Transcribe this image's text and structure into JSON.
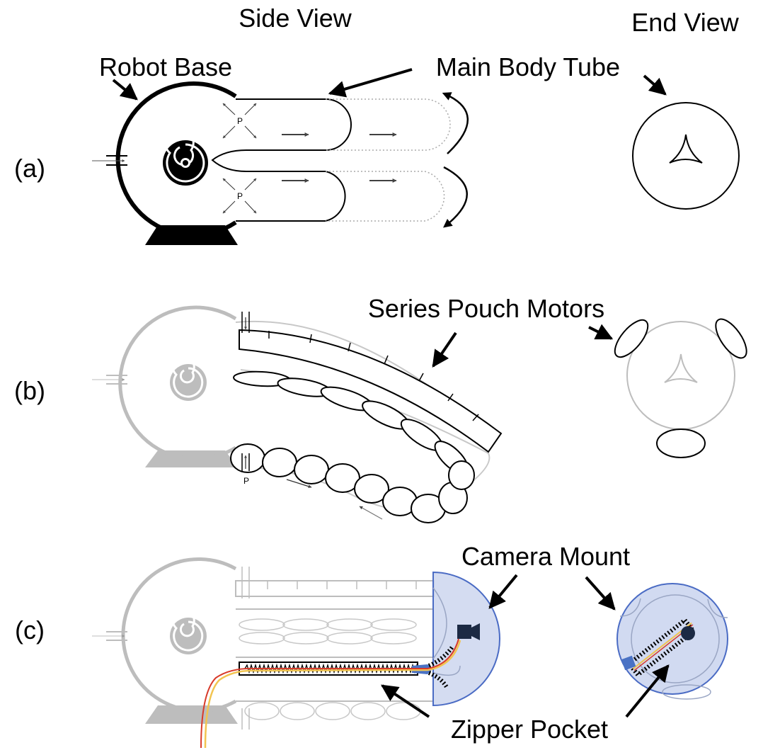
{
  "headers": {
    "side_view": "Side View",
    "end_view": "End View"
  },
  "panels": {
    "a": "(a)",
    "b": "(b)",
    "c": "(c)"
  },
  "labels": {
    "robot_base": "Robot Base",
    "main_body_tube": "Main Body Tube",
    "series_pouch_motors": "Series Pouch Motors",
    "camera_mount_side": "Camera Mount",
    "zipper_pocket": "Zipper Pocket",
    "pressure": "P"
  },
  "colors": {
    "ink": "#000000",
    "faded": "#bdbdbd",
    "mount_fill": "#c9d3ee",
    "mount_stroke": "#4a6bc4",
    "camera": "#1c2a44",
    "zipper_slider": "#4a72c4",
    "wire_red": "#d83a2a",
    "wire_yellow": "#f2c450"
  }
}
